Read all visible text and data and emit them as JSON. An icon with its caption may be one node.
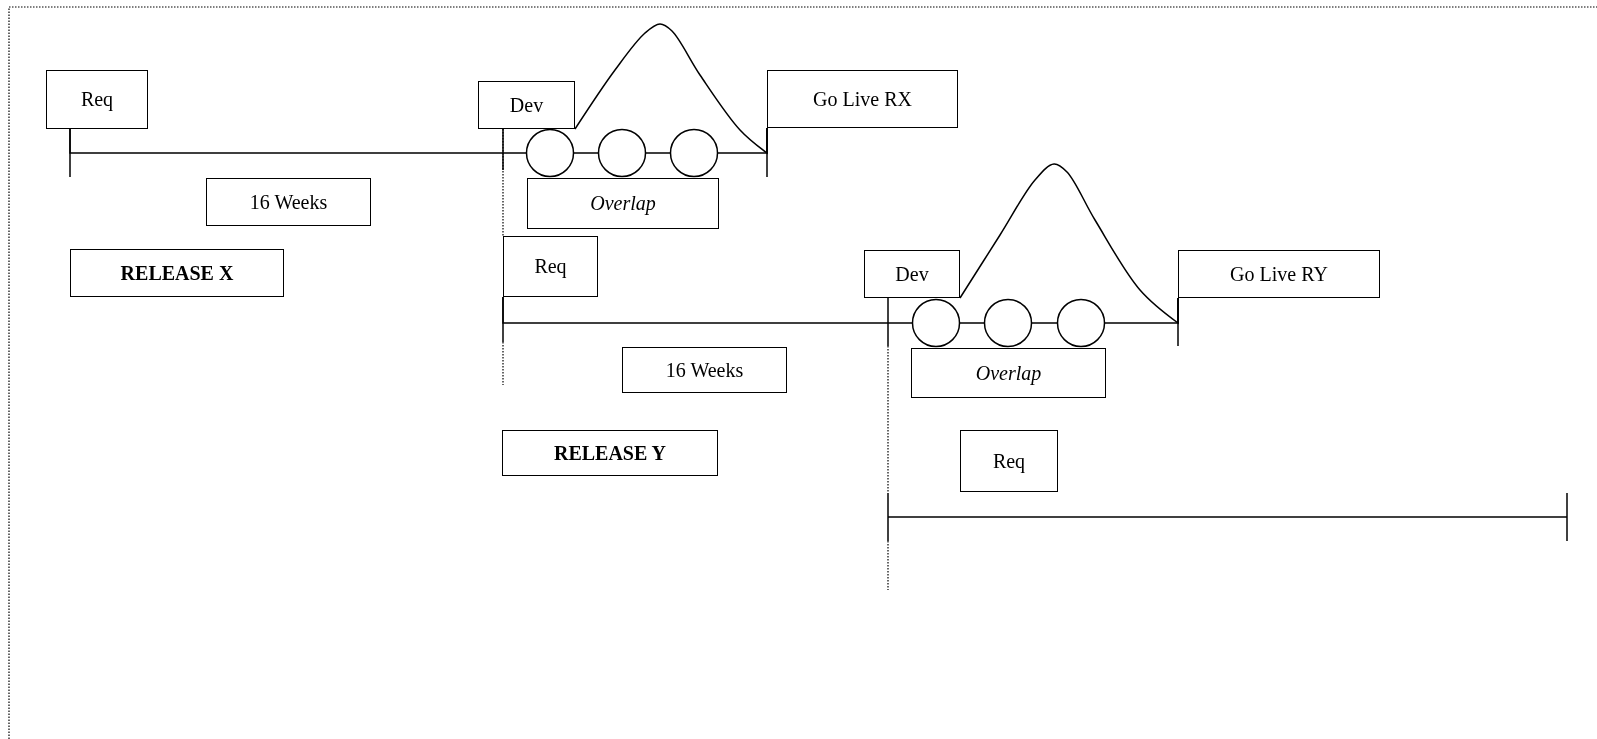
{
  "diagram": {
    "nodes": [
      {
        "text": [
          "Req"
        ]
      },
      {
        "text": [
          "Dev"
        ]
      },
      {
        "text": [
          "Go Live RX"
        ]
      },
      {
        "text": [
          "16 Weeks"
        ]
      },
      {
        "text": [
          "Overlap"
        ]
      },
      {
        "text": [
          "RELEASE X"
        ]
      },
      {
        "text": [
          "Req"
        ]
      },
      {
        "text": [
          "Dev"
        ]
      },
      {
        "text": [
          "Go Live RY"
        ]
      },
      {
        "text": [
          "16 Weeks"
        ]
      },
      {
        "text": [
          "Overlap"
        ]
      },
      {
        "text": [
          "RELEASE Y"
        ]
      },
      {
        "text": [
          "Req"
        ]
      }
    ],
    "edges": [
      {
        "from": 0,
        "to": 2,
        "arrow": "none"
      },
      {
        "from": 1,
        "to": 6,
        "arrow": "none",
        "style": "dashed"
      },
      {
        "from": 1,
        "to": 2,
        "arrow": "none"
      },
      {
        "from": 6,
        "to": 8,
        "arrow": "none"
      },
      {
        "from": 7,
        "to": 8,
        "arrow": "none"
      }
    ]
  }
}
